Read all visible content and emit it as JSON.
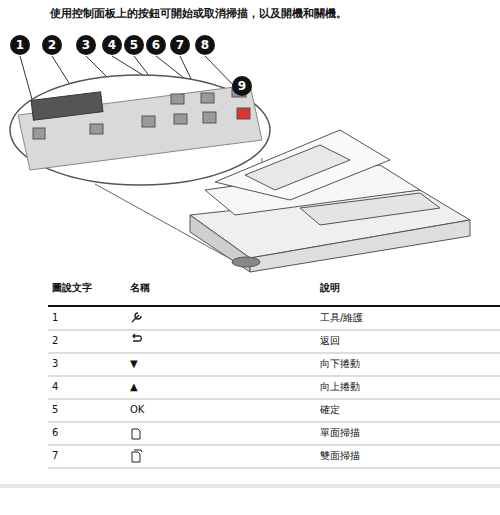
{
  "diagram": {
    "title": "使用控制面板上的按鈕可開始或取消掃描，以及開機和關機。",
    "nodes": [
      {
        "text": [
          "1"
        ]
      },
      {
        "text": [
          "2"
        ]
      },
      {
        "text": [
          "3"
        ]
      },
      {
        "text": [
          "4"
        ]
      },
      {
        "text": [
          "5"
        ]
      },
      {
        "text": [
          "6"
        ]
      },
      {
        "text": [
          "7"
        ]
      },
      {
        "text": [
          "8"
        ]
      },
      {
        "text": [
          "9"
        ]
      }
    ],
    "labels": [
      "圖說文字",
      "名稱",
      "說明",
      "1",
      "工具/維護",
      "2",
      "返回",
      "3",
      "▼",
      "向下捲動",
      "4",
      "▲",
      "向上捲動",
      "5",
      "OK",
      "確定",
      "6",
      "單面掃描",
      "7",
      "雙面掃描"
    ]
  }
}
